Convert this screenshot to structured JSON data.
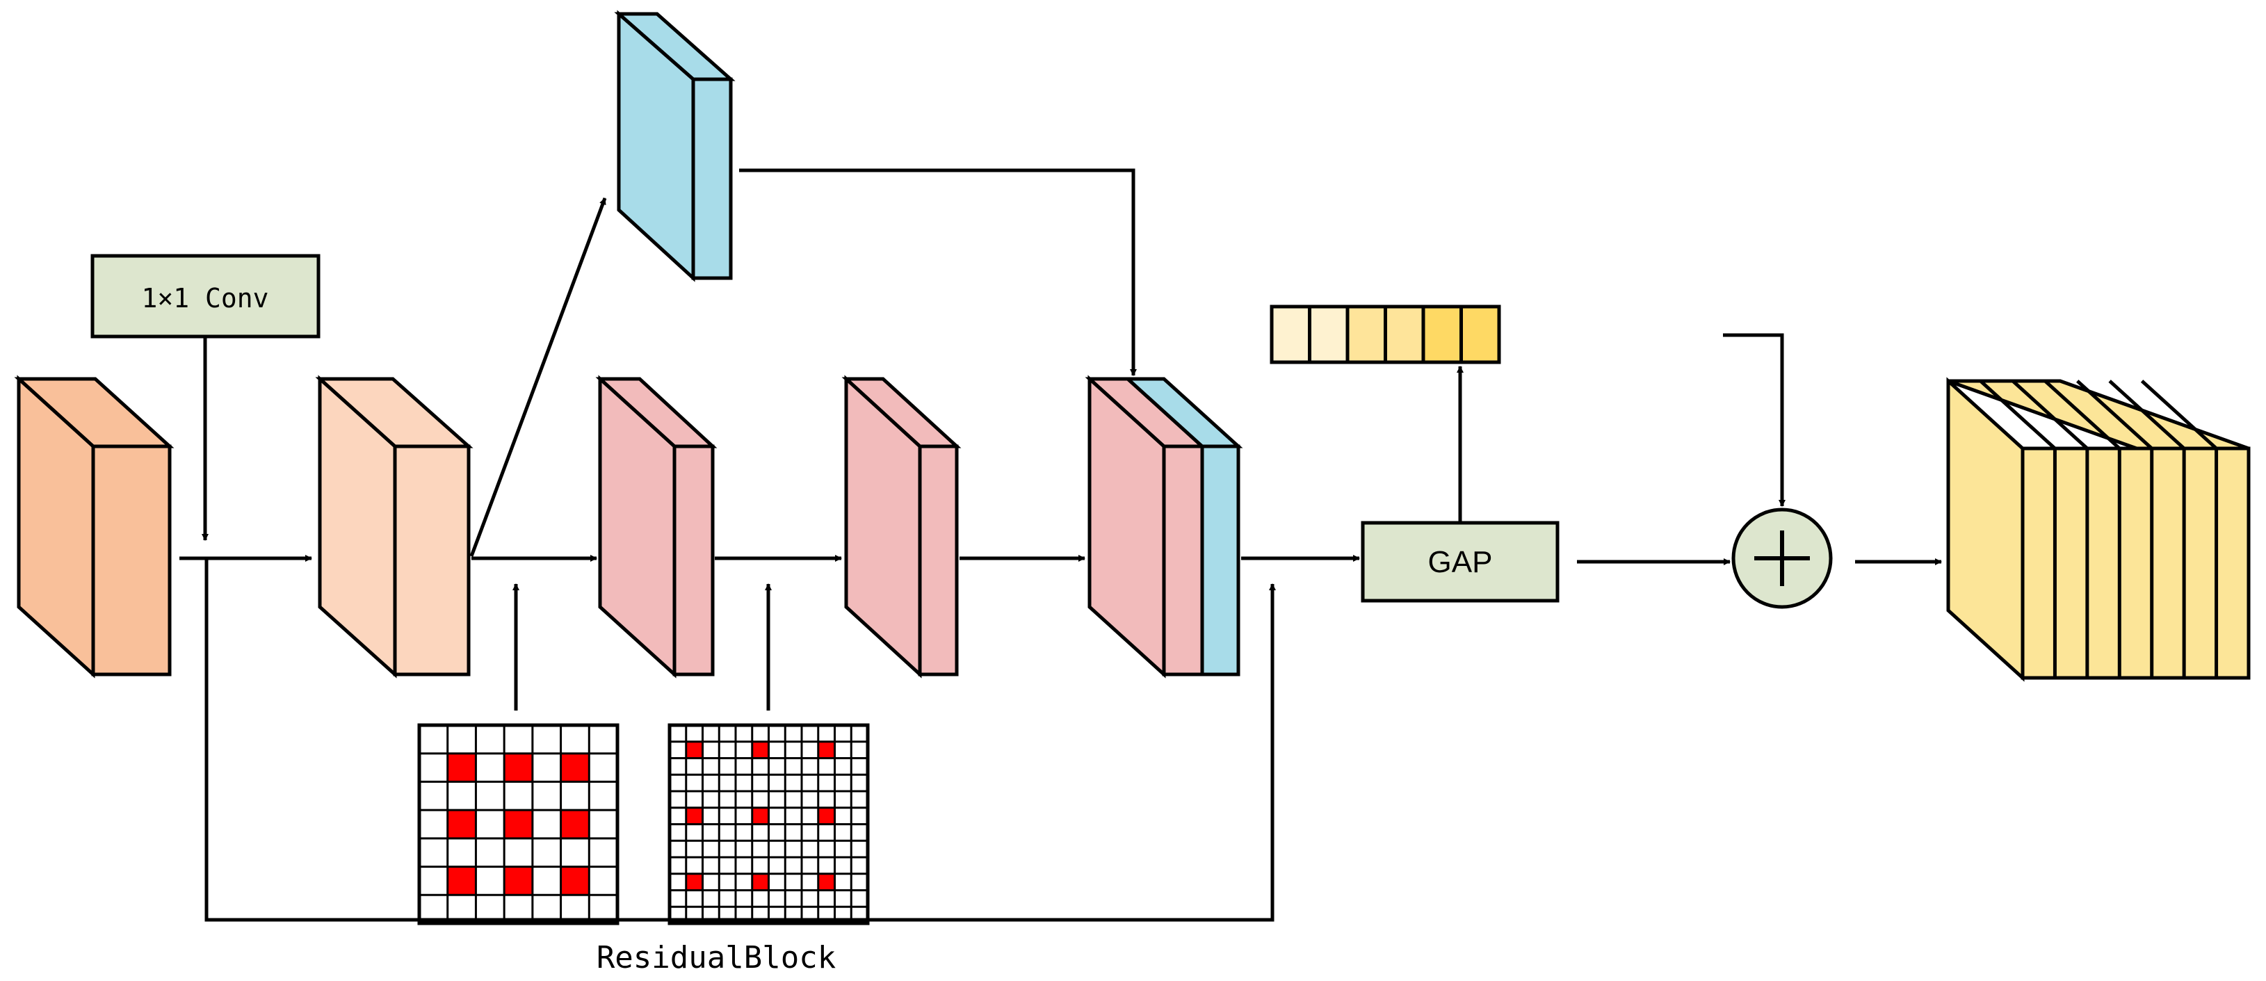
{
  "labels": {
    "conv": "1×1 Conv",
    "gap": "GAP",
    "residual_block": "ResidualBlock"
  },
  "colors": {
    "input_block": "#F9C09A",
    "first_block": "#FCD6BE",
    "pink_block": "#F2BBBB",
    "branch_block": "#A8DCE9",
    "module_fill": "#DDE6CE",
    "output_block": "#FCE598",
    "vector_cells": [
      "#FEF2D0",
      "#FEF2D0",
      "#FEE49A",
      "#FEE49A",
      "#FED964",
      "#FED964"
    ],
    "dilation_mark": "#FF0000",
    "line": "#000000"
  },
  "grids": [
    {
      "name": "dilation-grid-2",
      "rows": 7,
      "cols": 7,
      "marks": [
        [
          1,
          1
        ],
        [
          1,
          3
        ],
        [
          1,
          5
        ],
        [
          3,
          1
        ],
        [
          3,
          3
        ],
        [
          3,
          5
        ],
        [
          5,
          1
        ],
        [
          5,
          3
        ],
        [
          5,
          5
        ]
      ]
    },
    {
      "name": "dilation-grid-4",
      "rows": 12,
      "cols": 12,
      "marks": [
        [
          1,
          1
        ],
        [
          1,
          5
        ],
        [
          1,
          9
        ],
        [
          5,
          1
        ],
        [
          5,
          5
        ],
        [
          5,
          9
        ],
        [
          9,
          1
        ],
        [
          9,
          5
        ],
        [
          9,
          9
        ]
      ]
    }
  ],
  "output_slices": 7
}
